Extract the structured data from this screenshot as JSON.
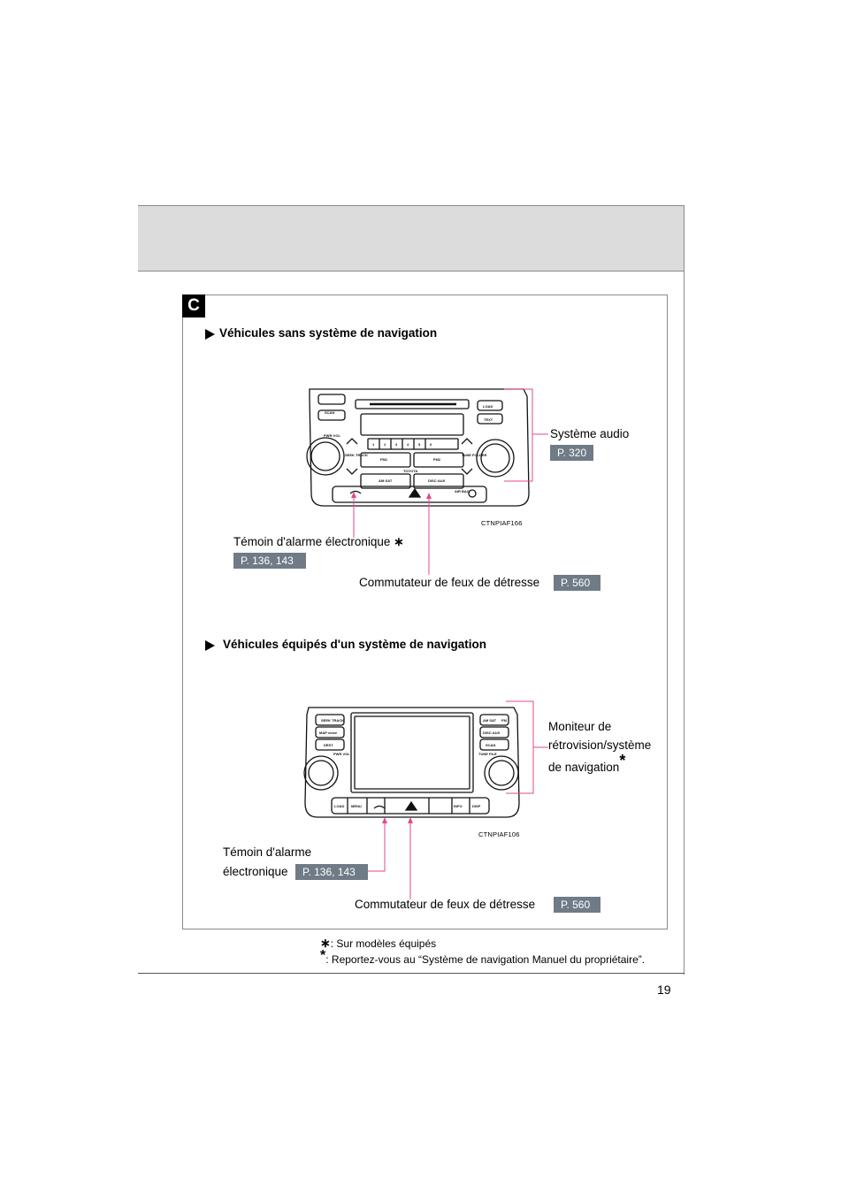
{
  "section_tab": "C",
  "section1": {
    "heading": "Véhicules sans système de navigation",
    "image_code": "CTNPIAF166",
    "device_labels": {
      "load": "LOAD",
      "scan": "SCAN",
      "text": "TEXT",
      "pwr_vol": "PWR·VOL",
      "seek_track": "SEEK TRACK",
      "tune_folder": "TUNE FOLDER",
      "fm1": "FM1",
      "fm2": "FM2",
      "brand": "TOYOTA",
      "am_sat": "AM·SAT",
      "disc_aux": "DISC·AUX",
      "airbag": "AIR BAG",
      "presets": [
        "1",
        "2",
        "3",
        "4",
        "5",
        "6"
      ]
    },
    "audio_label": "Système audio",
    "audio_page": "P. 320",
    "alarm_label": "Témoin d'alarme électronique",
    "alarm_page": "P. 136, 143",
    "hazard_label": "Commutateur de feux de détresse",
    "hazard_page": "P. 560"
  },
  "section2": {
    "heading": "Véhicules équipés d'un système de navigation",
    "image_code": "CTNPIAF106",
    "device_labels": {
      "seek_track": "SEEK TRACK",
      "am_sat": "AM SAT",
      "fm": "FM",
      "map_voice": "MAP voice",
      "disc_aux": "DISC·AUX",
      "dest": "DEST",
      "scan": "SCAN",
      "pwr_vol": "PWR VOL",
      "tune_file": "TUNE FILE",
      "menu": "MENU",
      "info": "INFO",
      "disp": "DISP",
      "load": "LOAD"
    },
    "monitor_label_1": "Moniteur de",
    "monitor_label_2": "rétrovision/système",
    "monitor_label_3": "de navigation",
    "alarm_label_1": "Témoin d'alarme",
    "alarm_label_2": "électronique",
    "alarm_page": "P. 136, 143",
    "hazard_label": "Commutateur de feux de détresse",
    "hazard_page": "P. 560"
  },
  "footnotes": {
    "note1": ": Sur modèles équipés",
    "note2": ": Reportez-vous au “Système de navigation Manuel du propriétaire”."
  },
  "page_number": "19",
  "colors": {
    "leader": "#e3488f",
    "badge": "#6f7b86",
    "band": "#dcdcdc"
  }
}
